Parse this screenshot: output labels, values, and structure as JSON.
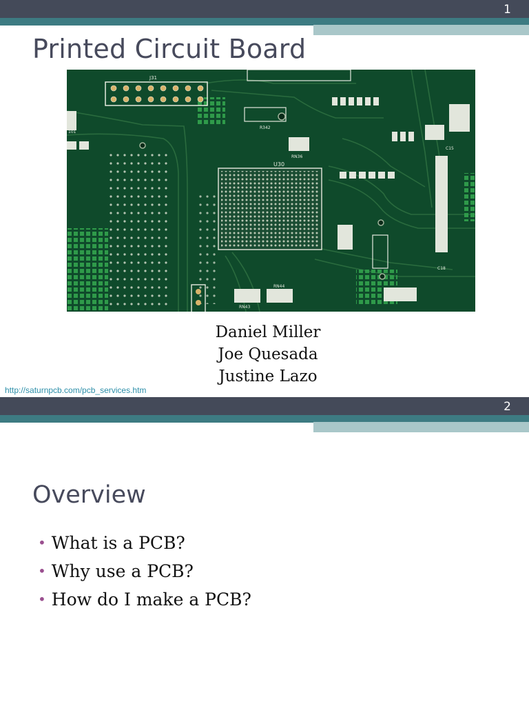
{
  "slides": [
    {
      "number": "1",
      "title": "Printed Circuit Board",
      "authors": [
        "Daniel Miller",
        "Joe Quesada",
        "Justine Lazo"
      ],
      "image": "pcb-photo",
      "source_link": "http://saturnpcb.com/pcb_services.htm"
    },
    {
      "number": "2",
      "title": "Overview",
      "bullets": [
        "What is a PCB?",
        "Why use a PCB?",
        "How do I make a PCB?"
      ]
    }
  ],
  "colors": {
    "header_bar": "#444a59",
    "accent_teal": "#3d7b82",
    "accent_light": "#a9c7c9",
    "title_text": "#474a5c",
    "bullet": "#9a4f8f",
    "link": "#2d8fa9",
    "pcb_green": "#0f4a2b"
  }
}
